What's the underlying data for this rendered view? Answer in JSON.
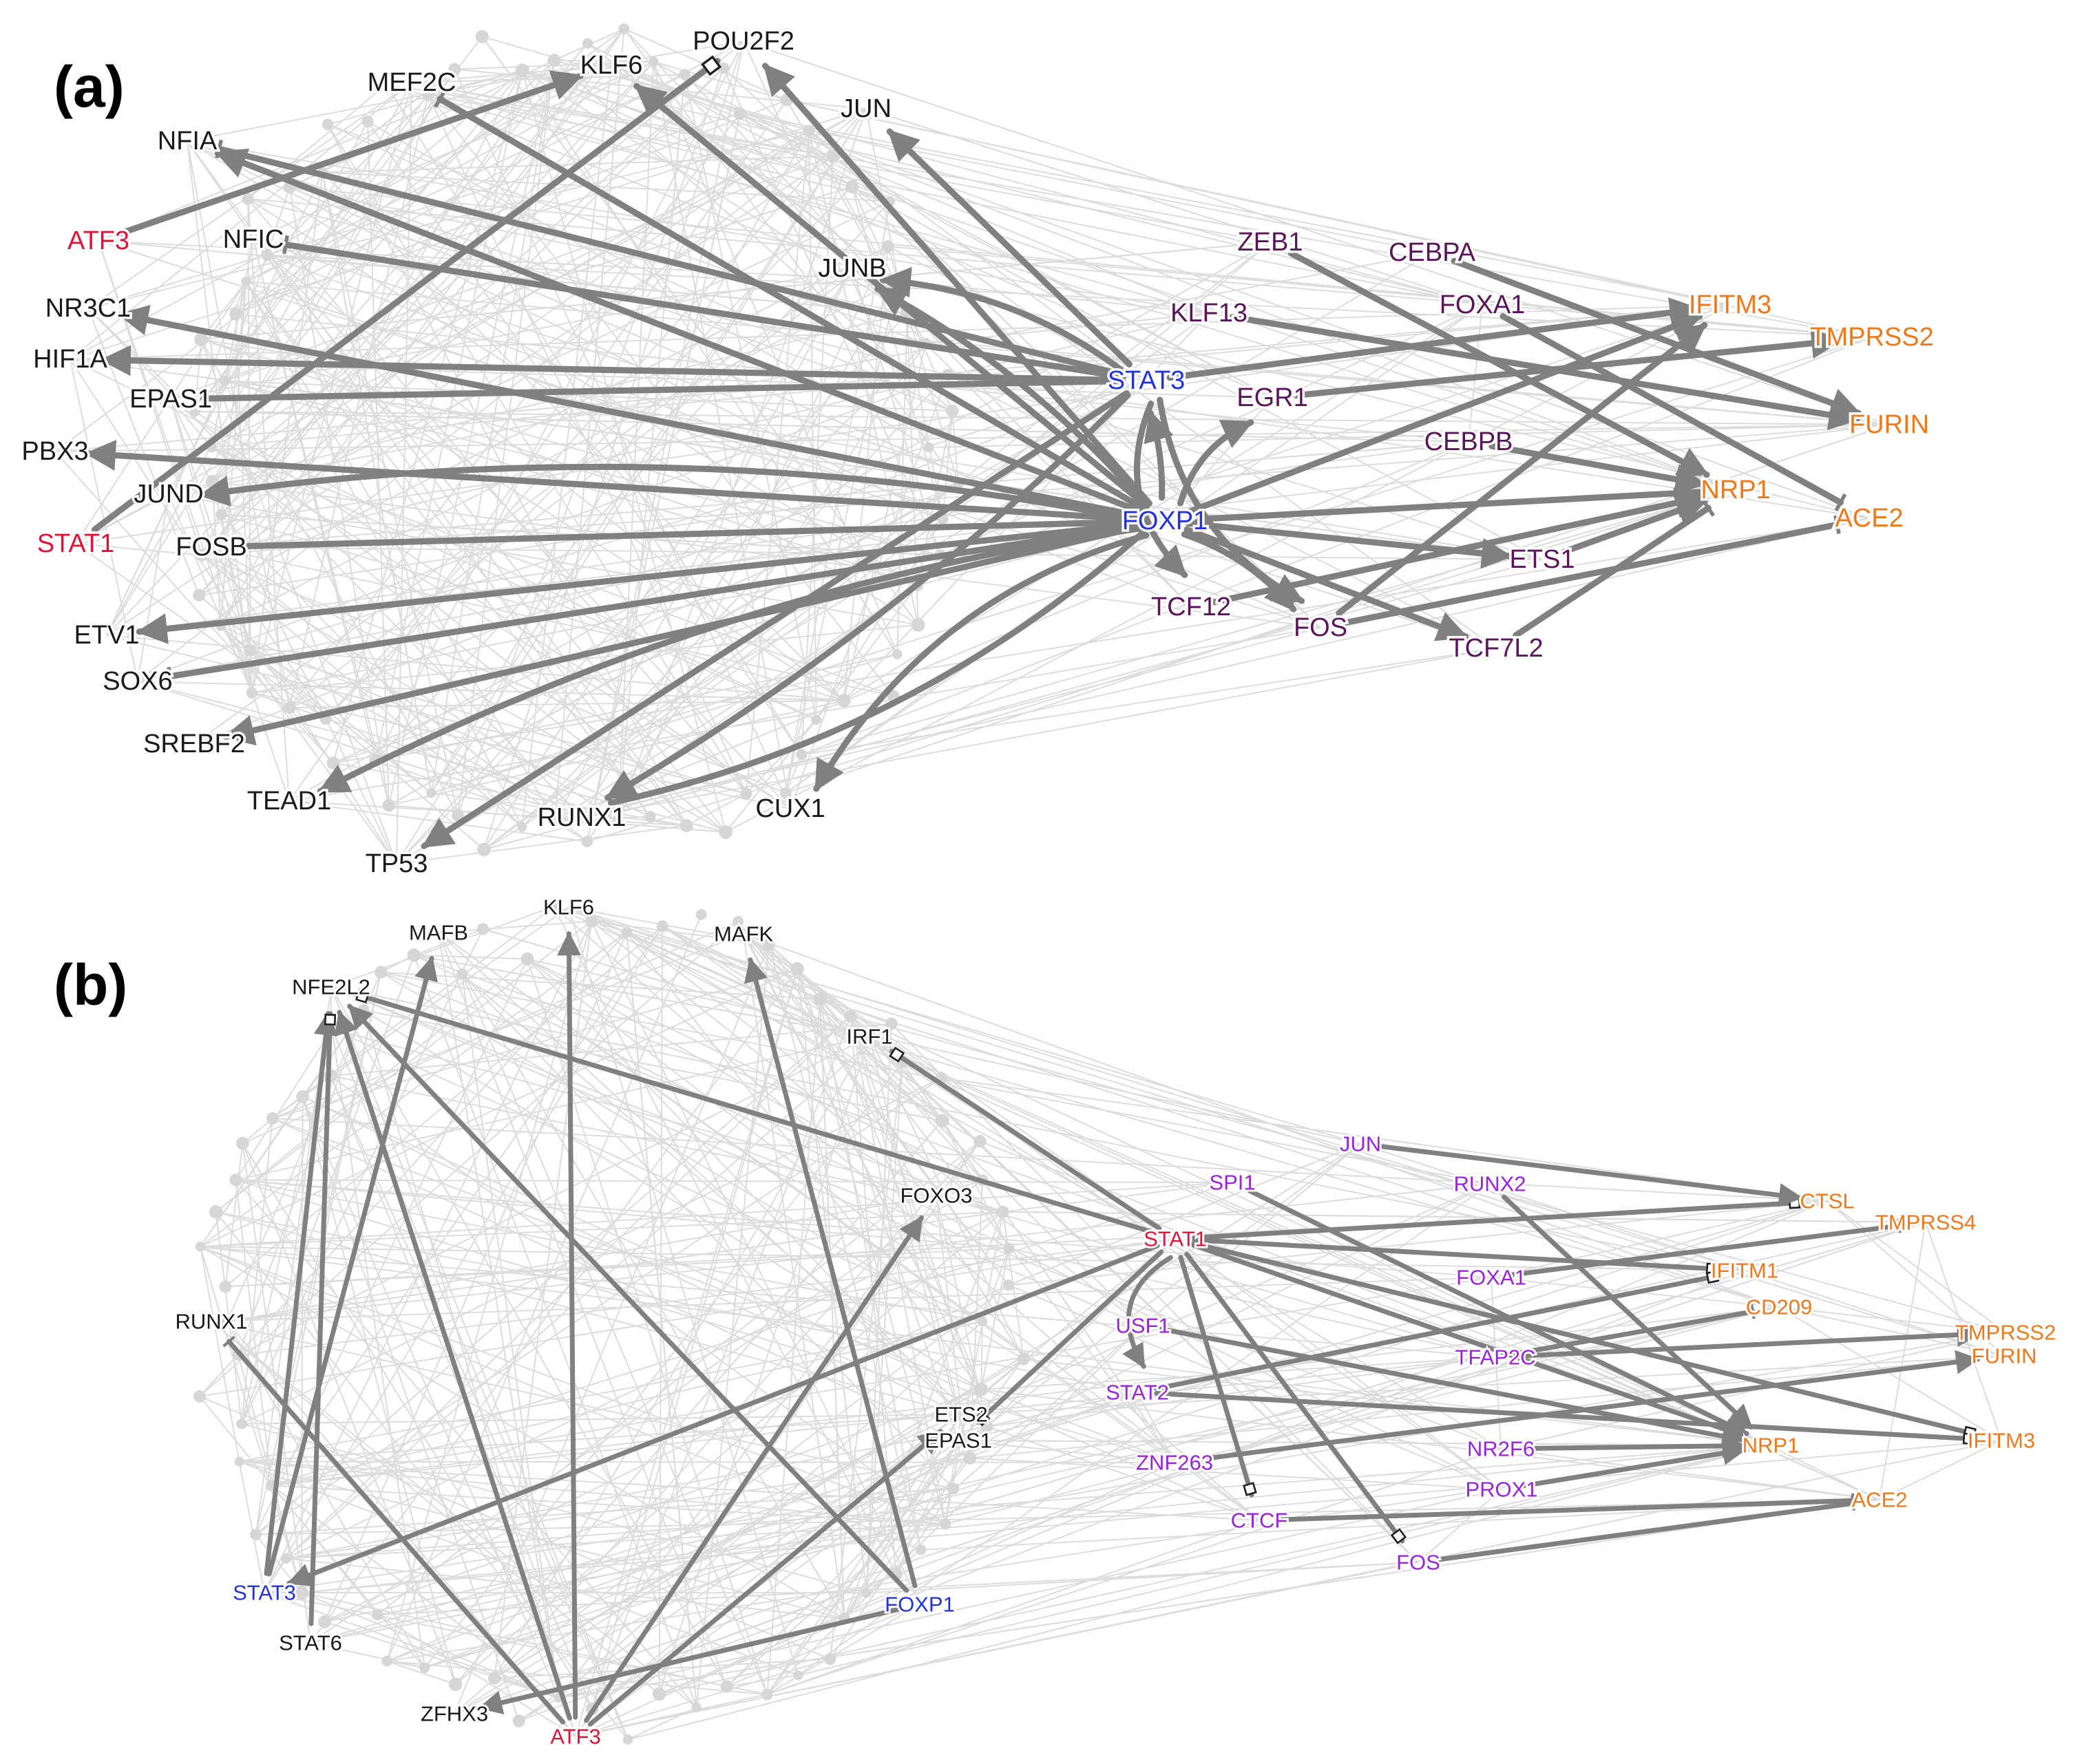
{
  "colors": {
    "edge": "#808080",
    "background_edge": "#dcdcdc",
    "background_node": "#d6d6d6",
    "tf": "#1a1a1a",
    "hub": "#2233dd",
    "seed": "#e0123a",
    "regulator_a": "#5a145a",
    "regulator_b": "#9a22dd",
    "target": "#f07818"
  },
  "panels": [
    {
      "label": "(a)",
      "nodes": [
        {
          "id": "POU2F2",
          "label": "POU2F2",
          "group": "tf"
        },
        {
          "id": "MEF2C",
          "label": "MEF2C",
          "group": "tf"
        },
        {
          "id": "KLF6",
          "label": "KLF6",
          "group": "tf"
        },
        {
          "id": "JUN",
          "label": "JUN",
          "group": "tf"
        },
        {
          "id": "NFIA",
          "label": "NFIA",
          "group": "tf"
        },
        {
          "id": "ATF3",
          "label": "ATF3",
          "group": "seed"
        },
        {
          "id": "NFIC",
          "label": "NFIC",
          "group": "tf"
        },
        {
          "id": "JUNB",
          "label": "JUNB",
          "group": "tf"
        },
        {
          "id": "NR3C1",
          "label": "NR3C1",
          "group": "tf"
        },
        {
          "id": "HIF1A",
          "label": "HIF1A",
          "group": "tf"
        },
        {
          "id": "EPAS1",
          "label": "EPAS1",
          "group": "tf"
        },
        {
          "id": "PBX3",
          "label": "PBX3",
          "group": "tf"
        },
        {
          "id": "JUND",
          "label": "JUND",
          "group": "tf"
        },
        {
          "id": "STAT1",
          "label": "STAT1",
          "group": "seed"
        },
        {
          "id": "FOSB",
          "label": "FOSB",
          "group": "tf"
        },
        {
          "id": "ETV1",
          "label": "ETV1",
          "group": "tf"
        },
        {
          "id": "SOX6",
          "label": "SOX6",
          "group": "tf"
        },
        {
          "id": "SREBF2",
          "label": "SREBF2",
          "group": "tf"
        },
        {
          "id": "TEAD1",
          "label": "TEAD1",
          "group": "tf"
        },
        {
          "id": "RUNX1",
          "label": "RUNX1",
          "group": "tf"
        },
        {
          "id": "CUX1",
          "label": "CUX1",
          "group": "tf"
        },
        {
          "id": "TP53",
          "label": "TP53",
          "group": "tf"
        },
        {
          "id": "STAT3",
          "label": "STAT3",
          "group": "hub"
        },
        {
          "id": "FOXP1",
          "label": "FOXP1",
          "group": "hub"
        },
        {
          "id": "ZEB1",
          "label": "ZEB1",
          "group": "regulator_a"
        },
        {
          "id": "CEBPA",
          "label": "CEBPA",
          "group": "regulator_a"
        },
        {
          "id": "KLF13",
          "label": "KLF13",
          "group": "regulator_a"
        },
        {
          "id": "FOXA1",
          "label": "FOXA1",
          "group": "regulator_a"
        },
        {
          "id": "EGR1",
          "label": "EGR1",
          "group": "regulator_a"
        },
        {
          "id": "CEBPB",
          "label": "CEBPB",
          "group": "regulator_a"
        },
        {
          "id": "ETS1",
          "label": "ETS1",
          "group": "regulator_a"
        },
        {
          "id": "TCF12",
          "label": "TCF12",
          "group": "regulator_a"
        },
        {
          "id": "FOS",
          "label": "FOS",
          "group": "regulator_a"
        },
        {
          "id": "TCF7L2",
          "label": "TCF7L2",
          "group": "regulator_a"
        },
        {
          "id": "IFITM3",
          "label": "IFITM3",
          "group": "target"
        },
        {
          "id": "TMPRSS2",
          "label": "TMPRSS2",
          "group": "target"
        },
        {
          "id": "FURIN",
          "label": "FURIN",
          "group": "target"
        },
        {
          "id": "NRP1",
          "label": "NRP1",
          "group": "target"
        },
        {
          "id": "ACE2",
          "label": "ACE2",
          "group": "target"
        }
      ],
      "edges": [
        {
          "source": "ATF3",
          "target": "KLF6",
          "type": "activation"
        },
        {
          "source": "STAT1",
          "target": "POU2F2",
          "type": "unknown"
        },
        {
          "source": "FOXP1",
          "target": "MEF2C",
          "type": "inhibition"
        },
        {
          "source": "FOXP1",
          "target": "KLF6",
          "type": "activation"
        },
        {
          "source": "FOXP1",
          "target": "POU2F2",
          "type": "activation"
        },
        {
          "source": "STAT3",
          "target": "JUN",
          "type": "activation"
        },
        {
          "source": "STAT3",
          "target": "NFIA",
          "type": "inhibition"
        },
        {
          "source": "FOXP1",
          "target": "NFIA",
          "type": "activation"
        },
        {
          "source": "STAT3",
          "target": "NFIC",
          "type": "inhibition"
        },
        {
          "source": "STAT3",
          "target": "JUNB",
          "type": "activation"
        },
        {
          "source": "FOXP1",
          "target": "JUNB",
          "type": "activation"
        },
        {
          "source": "FOXP1",
          "target": "NR3C1",
          "type": "activation"
        },
        {
          "source": "STAT3",
          "target": "HIF1A",
          "type": "activation"
        },
        {
          "source": "STAT3",
          "target": "EPAS1",
          "type": "inhibition"
        },
        {
          "source": "FOXP1",
          "target": "PBX3",
          "type": "activation"
        },
        {
          "source": "FOXP1",
          "target": "JUND",
          "type": "activation"
        },
        {
          "source": "FOXP1",
          "target": "FOSB",
          "type": "inhibition"
        },
        {
          "source": "FOXP1",
          "target": "ETV1",
          "type": "activation"
        },
        {
          "source": "FOXP1",
          "target": "SOX6",
          "type": "inhibition"
        },
        {
          "source": "FOXP1",
          "target": "SREBF2",
          "type": "activation"
        },
        {
          "source": "FOXP1",
          "target": "TEAD1",
          "type": "activation"
        },
        {
          "source": "FOXP1",
          "target": "RUNX1",
          "type": "inhibition"
        },
        {
          "source": "STAT3",
          "target": "RUNX1",
          "type": "activation"
        },
        {
          "source": "FOXP1",
          "target": "CUX1",
          "type": "activation"
        },
        {
          "source": "STAT3",
          "target": "TP53",
          "type": "activation"
        },
        {
          "source": "FOXP1",
          "target": "STAT3",
          "type": "activation"
        },
        {
          "source": "FOXP1",
          "target": "EGR1",
          "type": "activation"
        },
        {
          "source": "STAT3",
          "target": "TCF12",
          "type": "activation"
        },
        {
          "source": "STAT3",
          "target": "FOS",
          "type": "activation"
        },
        {
          "source": "FOXP1",
          "target": "FOS",
          "type": "activation"
        },
        {
          "source": "FOXP1",
          "target": "TCF7L2",
          "type": "activation"
        },
        {
          "source": "FOXP1",
          "target": "ETS1",
          "type": "activation"
        },
        {
          "source": "STAT3",
          "target": "IFITM3",
          "type": "activation"
        },
        {
          "source": "FOXP1",
          "target": "IFITM3",
          "type": "activation"
        },
        {
          "source": "FOXP1",
          "target": "NRP1",
          "type": "inhibition"
        },
        {
          "source": "ZEB1",
          "target": "NRP1",
          "type": "activation"
        },
        {
          "source": "CEBPA",
          "target": "FURIN",
          "type": "activation"
        },
        {
          "source": "KLF13",
          "target": "FURIN",
          "type": "activation"
        },
        {
          "source": "FOXA1",
          "target": "ACE2",
          "type": "inhibition"
        },
        {
          "source": "EGR1",
          "target": "TMPRSS2",
          "type": "activation"
        },
        {
          "source": "CEBPB",
          "target": "NRP1",
          "type": "activation"
        },
        {
          "source": "ETS1",
          "target": "NRP1",
          "type": "activation"
        },
        {
          "source": "TCF12",
          "target": "NRP1",
          "type": "activation"
        },
        {
          "source": "FOS",
          "target": "IFITM3",
          "type": "activation"
        },
        {
          "source": "FOS",
          "target": "ACE2",
          "type": "inhibition"
        },
        {
          "source": "TCF7L2",
          "target": "NRP1",
          "type": "inhibition"
        }
      ]
    },
    {
      "label": "(b)",
      "nodes": [
        {
          "id": "MAFB",
          "label": "MAFB",
          "group": "tf"
        },
        {
          "id": "KLF6",
          "label": "KLF6",
          "group": "tf"
        },
        {
          "id": "MAFK",
          "label": "MAFK",
          "group": "tf"
        },
        {
          "id": "NFE2L2",
          "label": "NFE2L2",
          "group": "tf"
        },
        {
          "id": "IRF1",
          "label": "IRF1",
          "group": "tf"
        },
        {
          "id": "FOXO3",
          "label": "FOXO3",
          "group": "tf"
        },
        {
          "id": "RUNX1",
          "label": "RUNX1",
          "group": "tf"
        },
        {
          "id": "ETS2",
          "label": "ETS2",
          "group": "tf"
        },
        {
          "id": "EPAS1",
          "label": "EPAS1",
          "group": "tf"
        },
        {
          "id": "STAT3",
          "label": "STAT3",
          "group": "hub"
        },
        {
          "id": "STAT6",
          "label": "STAT6",
          "group": "tf"
        },
        {
          "id": "FOXP1",
          "label": "FOXP1",
          "group": "hub"
        },
        {
          "id": "ZFHX3",
          "label": "ZFHX3",
          "group": "tf"
        },
        {
          "id": "ATF3",
          "label": "ATF3",
          "group": "seed"
        },
        {
          "id": "STAT1",
          "label": "STAT1",
          "group": "seed"
        },
        {
          "id": "JUN",
          "label": "JUN",
          "group": "regulator_b"
        },
        {
          "id": "SPI1",
          "label": "SPI1",
          "group": "regulator_b"
        },
        {
          "id": "RUNX2",
          "label": "RUNX2",
          "group": "regulator_b"
        },
        {
          "id": "FOXA1",
          "label": "FOXA1",
          "group": "regulator_b"
        },
        {
          "id": "USF1",
          "label": "USF1",
          "group": "regulator_b"
        },
        {
          "id": "TFAP2C",
          "label": "TFAP2C",
          "group": "regulator_b"
        },
        {
          "id": "STAT2",
          "label": "STAT2",
          "group": "regulator_b"
        },
        {
          "id": "ZNF263",
          "label": "ZNF263",
          "group": "regulator_b"
        },
        {
          "id": "NR2F6",
          "label": "NR2F6",
          "group": "regulator_b"
        },
        {
          "id": "PROX1",
          "label": "PROX1",
          "group": "regulator_b"
        },
        {
          "id": "CTCF",
          "label": "CTCF",
          "group": "regulator_b"
        },
        {
          "id": "FOS",
          "label": "FOS",
          "group": "regulator_b"
        },
        {
          "id": "CTSL",
          "label": "CTSL",
          "group": "target"
        },
        {
          "id": "TMPRSS4",
          "label": "TMPRSS4",
          "group": "target"
        },
        {
          "id": "IFITM1",
          "label": "IFITM1",
          "group": "target"
        },
        {
          "id": "CD209",
          "label": "CD209",
          "group": "target"
        },
        {
          "id": "TMPRSS2",
          "label": "TMPRSS2",
          "group": "target"
        },
        {
          "id": "FURIN",
          "label": "FURIN",
          "group": "target"
        },
        {
          "id": "NRP1",
          "label": "NRP1",
          "group": "target"
        },
        {
          "id": "IFITM3",
          "label": "IFITM3",
          "group": "target"
        },
        {
          "id": "ACE2",
          "label": "ACE2",
          "group": "target"
        }
      ],
      "edges": [
        {
          "source": "STAT3",
          "target": "NFE2L2",
          "type": "activation"
        },
        {
          "source": "STAT3",
          "target": "MAFB",
          "type": "activation"
        },
        {
          "source": "ATF3",
          "target": "NFE2L2",
          "type": "activation"
        },
        {
          "source": "ATF3",
          "target": "KLF6",
          "type": "activation"
        },
        {
          "source": "FOXP1",
          "target": "NFE2L2",
          "type": "activation"
        },
        {
          "source": "FOXP1",
          "target": "MAFK",
          "type": "activation"
        },
        {
          "source": "STAT1",
          "target": "NFE2L2",
          "type": "unknown"
        },
        {
          "source": "STAT1",
          "target": "IRF1",
          "type": "unknown"
        },
        {
          "source": "ATF3",
          "target": "RUNX1",
          "type": "inhibition"
        },
        {
          "source": "ATF3",
          "target": "FOXO3",
          "type": "activation"
        },
        {
          "source": "ATF3",
          "target": "ETS2",
          "type": "activation"
        },
        {
          "source": "STAT1",
          "target": "EPAS1",
          "type": "unknown"
        },
        {
          "source": "STAT1",
          "target": "STAT3",
          "type": "activation"
        },
        {
          "source": "STAT6",
          "target": "NFE2L2",
          "type": "unknown"
        },
        {
          "source": "FOXP1",
          "target": "ZFHX3",
          "type": "activation"
        },
        {
          "source": "STAT1",
          "target": "CTSL",
          "type": "unknown"
        },
        {
          "source": "STAT1",
          "target": "IFITM1",
          "type": "unknown"
        },
        {
          "source": "STAT1",
          "target": "NRP1",
          "type": "activation"
        },
        {
          "source": "STAT1",
          "target": "IFITM3",
          "type": "unknown"
        },
        {
          "source": "STAT1",
          "target": "CTCF",
          "type": "unknown"
        },
        {
          "source": "STAT1",
          "target": "FOS",
          "type": "unknown"
        },
        {
          "source": "STAT1",
          "target": "STAT2",
          "type": "activation"
        },
        {
          "source": "JUN",
          "target": "CTSL",
          "type": "activation"
        },
        {
          "source": "SPI1",
          "target": "NRP1",
          "type": "activation"
        },
        {
          "source": "RUNX2",
          "target": "NRP1",
          "type": "activation"
        },
        {
          "source": "FOXA1",
          "target": "TMPRSS4",
          "type": "inhibition"
        },
        {
          "source": "USF1",
          "target": "NRP1",
          "type": "inhibition"
        },
        {
          "source": "TFAP2C",
          "target": "CD209",
          "type": "inhibition"
        },
        {
          "source": "TFAP2C",
          "target": "TMPRSS2",
          "type": "activation"
        },
        {
          "source": "STAT2",
          "target": "IFITM1",
          "type": "unknown"
        },
        {
          "source": "STAT2",
          "target": "IFITM3",
          "type": "unknown"
        },
        {
          "source": "ZNF263",
          "target": "FURIN",
          "type": "activation"
        },
        {
          "source": "NR2F6",
          "target": "NRP1",
          "type": "activation"
        },
        {
          "source": "PROX1",
          "target": "NRP1",
          "type": "activation"
        },
        {
          "source": "CTCF",
          "target": "ACE2",
          "type": "inhibition"
        },
        {
          "source": "FOS",
          "target": "ACE2",
          "type": "inhibition"
        }
      ]
    }
  ]
}
